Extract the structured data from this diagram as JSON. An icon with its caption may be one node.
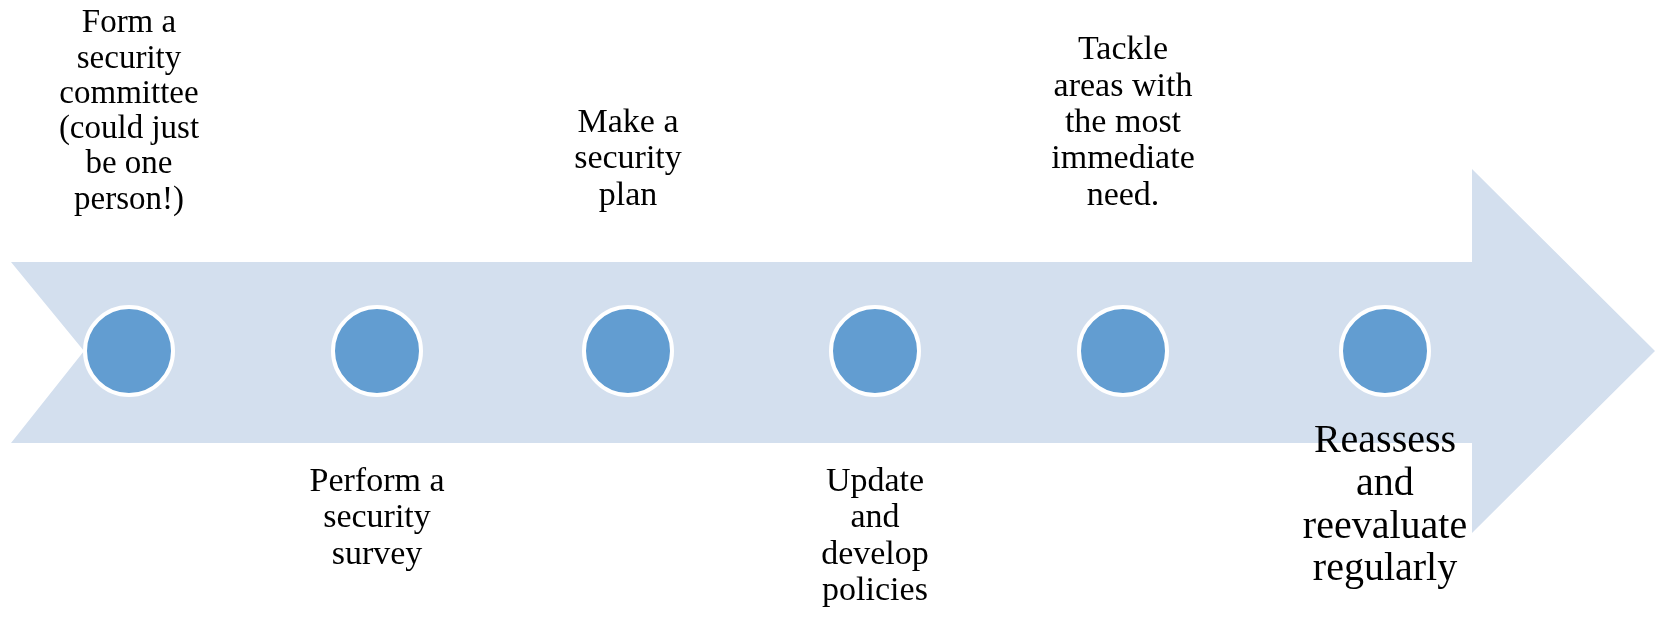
{
  "diagram": {
    "nodes": [
      {
        "text": [],
        "shape": "arrow"
      },
      {
        "text": [],
        "shape": "circle",
        "in": 0,
        "beside": [
          "Form a security committee (could just be one person!)"
        ]
      },
      {
        "text": [],
        "shape": "circle",
        "in": 0,
        "beside": [
          "Perform a security survey"
        ]
      },
      {
        "text": [],
        "shape": "circle",
        "in": 0,
        "beside": [
          "Make a security plan"
        ]
      },
      {
        "text": [],
        "shape": "circle",
        "in": 0,
        "beside": [
          "Update and develop policies"
        ]
      },
      {
        "text": [],
        "shape": "circle",
        "in": 0,
        "beside": [
          "Tackle areas with the most immediate need."
        ]
      },
      {
        "text": [],
        "shape": "circle",
        "in": 0,
        "beside": [
          "Reassess and reevaluate regularly"
        ]
      }
    ]
  }
}
